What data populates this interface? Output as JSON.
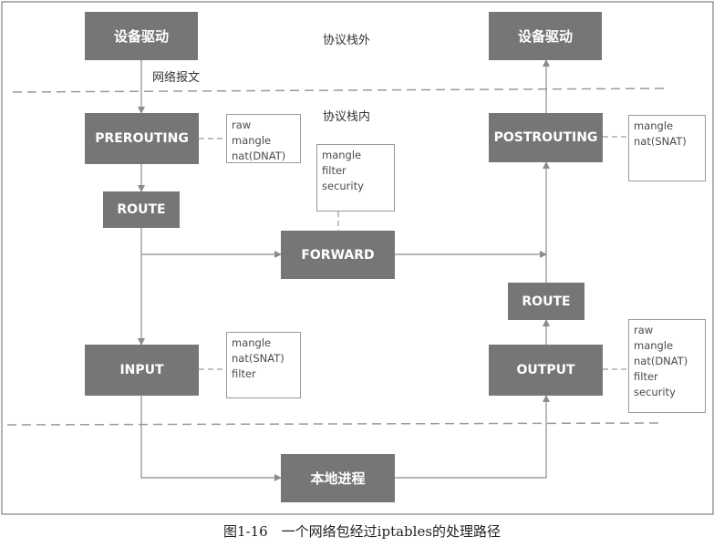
{
  "boundary": {
    "outside_label": "协议栈外",
    "inside_label": "协议栈内"
  },
  "annotations": {
    "network_packet": "网络报文"
  },
  "nodes": {
    "device_driver_in": "设备驱动",
    "device_driver_out": "设备驱动",
    "prerouting": "PREROUTING",
    "route_in": "ROUTE",
    "forward": "FORWARD",
    "input": "INPUT",
    "local_process": "本地进程",
    "output": "OUTPUT",
    "route_out": "ROUTE",
    "postrouting": "POSTROUTING"
  },
  "tables": {
    "prerouting": [
      "raw",
      "mangle",
      "nat(DNAT)"
    ],
    "forward": [
      "mangle",
      "filter",
      "security"
    ],
    "postrouting": [
      "mangle",
      "nat(SNAT)"
    ],
    "input": [
      "mangle",
      "nat(SNAT)",
      "filter"
    ],
    "output": [
      "raw",
      "mangle",
      "nat(DNAT)",
      "filter",
      "security"
    ]
  },
  "colors": {
    "box_fill": "#767676",
    "box_text": "#ffffff",
    "connector": "#8c8c8c",
    "table_border": "#9a9a9a"
  },
  "caption": "图1-16　一个网络包经过iptables的处理路径"
}
